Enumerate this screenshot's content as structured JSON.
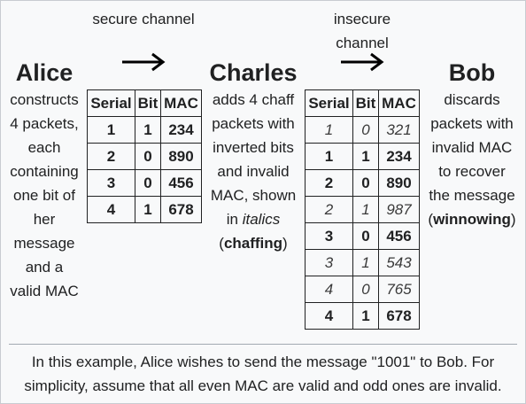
{
  "secure_channel": {
    "label": "secure channel"
  },
  "insecure_channel": {
    "line1": "insecure",
    "line2": "channel"
  },
  "alice": {
    "name": "Alice",
    "lines": [
      "constructs",
      "4 packets,",
      "each",
      "containing",
      "one bit of",
      "her",
      "message",
      "and a",
      "valid MAC"
    ]
  },
  "charles": {
    "name": "Charles",
    "lines": [
      "adds 4 chaff",
      "packets with",
      "inverted bits",
      "and invalid",
      "MAC, shown"
    ],
    "line6_prefix": "in ",
    "line6_italic": "italics",
    "line7_open": "(",
    "line7_bold": "chaffing",
    "line7_close": ")"
  },
  "bob": {
    "name": "Bob",
    "lines": [
      "discards",
      "packets with",
      "invalid MAC",
      "to recover",
      "the message"
    ],
    "line6_open": "(",
    "line6_bold": "winnowing",
    "line6_close": ")"
  },
  "alice_table": {
    "headers": [
      "Serial",
      "Bit",
      "MAC"
    ],
    "rows": [
      [
        "1",
        "1",
        "234"
      ],
      [
        "2",
        "0",
        "890"
      ],
      [
        "3",
        "0",
        "456"
      ],
      [
        "4",
        "1",
        "678"
      ]
    ]
  },
  "charles_table": {
    "headers": [
      "Serial",
      "Bit",
      "MAC"
    ],
    "rows": [
      {
        "cells": [
          "1",
          "0",
          "321"
        ],
        "chaff": true
      },
      {
        "cells": [
          "1",
          "1",
          "234"
        ],
        "chaff": false
      },
      {
        "cells": [
          "2",
          "0",
          "890"
        ],
        "chaff": false
      },
      {
        "cells": [
          "2",
          "1",
          "987"
        ],
        "chaff": true
      },
      {
        "cells": [
          "3",
          "0",
          "456"
        ],
        "chaff": false
      },
      {
        "cells": [
          "3",
          "1",
          "543"
        ],
        "chaff": true
      },
      {
        "cells": [
          "4",
          "0",
          "765"
        ],
        "chaff": true
      },
      {
        "cells": [
          "4",
          "1",
          "678"
        ],
        "chaff": false
      }
    ]
  },
  "caption": {
    "line1": "In this example, Alice wishes to send the message \"1001\" to Bob. For",
    "line2": "simplicity, assume that all even MAC are valid and odd ones are invalid."
  }
}
